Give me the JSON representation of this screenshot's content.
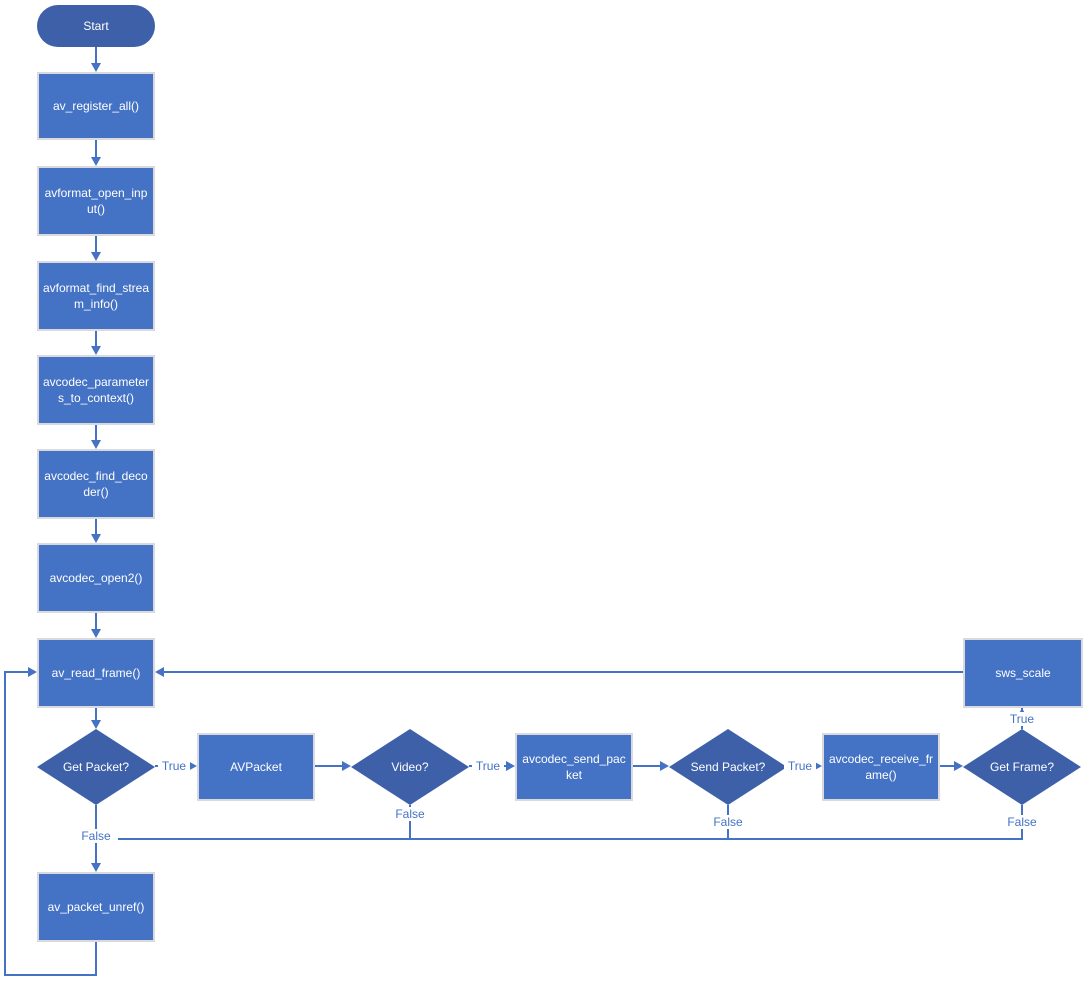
{
  "diagram": {
    "type": "flowchart",
    "nodes": {
      "start": "Start",
      "av_register_all": "av_register_all()",
      "avformat_open_input": "avformat_open_input()",
      "avformat_find_stream_info": "avformat_find_stream_info()",
      "avcodec_parameters_to_context": "avcodec_parameters_to_context()",
      "avcodec_find_decoder": "avcodec_find_decoder()",
      "avcodec_open2": "avcodec_open2()",
      "av_read_frame": "av_read_frame()",
      "get_packet": "Get Packet?",
      "avpacket": "AVPacket",
      "video": "Video?",
      "avcodec_send_packet": "avcodec_send_packet",
      "send_packet": "Send Packet?",
      "avcodec_receive_frame": "avcodec_receive_frame()",
      "get_frame": "Get Frame?",
      "sws_scale": "sws_scale",
      "av_packet_unref": "av_packet_unref()"
    },
    "edge_labels": {
      "get_packet_true": "True",
      "get_packet_false": "False",
      "video_true": "True",
      "video_false": "False",
      "send_packet_true": "True",
      "send_packet_false": "False",
      "get_frame_true": "True",
      "get_frame_false": "False"
    },
    "colors": {
      "process_fill": "#4472C4",
      "decision_fill": "#3D60A8",
      "terminator_fill": "#3D60A8",
      "process_border": "#D9D9DE",
      "connector": "#4472C4",
      "shape_text": "#FFFFFF",
      "edge_label_text": "#4472C4"
    }
  }
}
